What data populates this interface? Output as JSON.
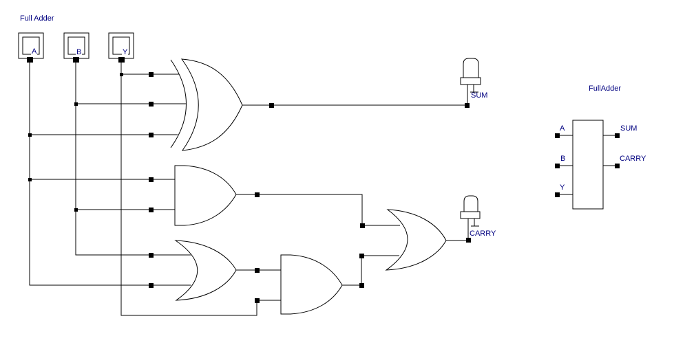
{
  "schematic": {
    "title": "Full Adder",
    "inputs": [
      {
        "label": "A"
      },
      {
        "label": "B"
      },
      {
        "label": "Y"
      }
    ],
    "outputs": [
      {
        "label": "SUM"
      },
      {
        "label": "CARRY"
      }
    ],
    "gates": [
      {
        "name": "xor-gate",
        "type": "XOR",
        "input_count": 3,
        "feeds": "SUM"
      },
      {
        "name": "and-gate-1",
        "type": "AND",
        "input_count": 2
      },
      {
        "name": "or-gate-1",
        "type": "OR",
        "input_count": 2
      },
      {
        "name": "and-gate-2",
        "type": "AND",
        "input_count": 2
      },
      {
        "name": "or-gate-2",
        "type": "OR",
        "input_count": 2,
        "feeds": "CARRY"
      }
    ]
  },
  "block": {
    "title": "FullAdder",
    "inputs": [
      "A",
      "B",
      "Y"
    ],
    "outputs": [
      "SUM",
      "CARRY"
    ]
  },
  "colors": {
    "background": "#ffffff",
    "wire": "#000000",
    "label": "#000080"
  }
}
